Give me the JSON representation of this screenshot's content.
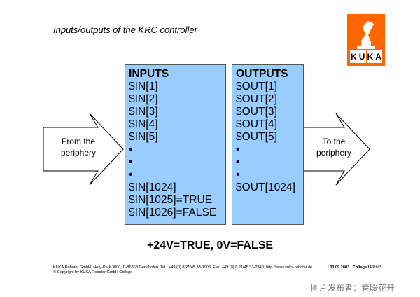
{
  "header": {
    "title": "Inputs/outputs of the KRC controller"
  },
  "logo": {
    "letters": [
      "K",
      "U",
      "K",
      "A"
    ],
    "color": "#ff6600"
  },
  "inputs": {
    "heading": "INPUTS",
    "lines": [
      "$IN[1]",
      "$IN[2]",
      "$IN[3]",
      "$IN[4]",
      "$IN[5]",
      "•",
      "•",
      "•",
      "$IN[1024]",
      "$IN[1025]=TRUE",
      "$IN[1026]=FALSE"
    ]
  },
  "outputs": {
    "heading": "OUTPUTS",
    "lines": [
      "$OUT[1]",
      "$OUT[2]",
      "$OUT[3]",
      "$OUT[4]",
      "$OUT[5]",
      "•",
      "•",
      "•",
      "$OUT[1024]"
    ]
  },
  "left_arrow": {
    "line1": "From the",
    "line2": "periphery"
  },
  "right_arrow": {
    "line1": "To the",
    "line2": "periphery"
  },
  "equation": "+24V=TRUE, 0V=FALSE",
  "footer": {
    "address": "KUKA Roboter GmbH, Hery-Park 3000, D-86368 Gersthofen, Tel.: +49 (0) 8 21/45 33-1906, Fax: +49 (0) 8 21/45 33-2340, http://www.kuka-roboter.de",
    "copyright": "© Copyright by KUKA Roboter GmbH College",
    "date": "03.09.2003",
    "dept": "College",
    "page": "PRhl 5"
  },
  "watermark": "图片发布者：春暖花开",
  "colors": {
    "box_fill": "#99ccff"
  }
}
